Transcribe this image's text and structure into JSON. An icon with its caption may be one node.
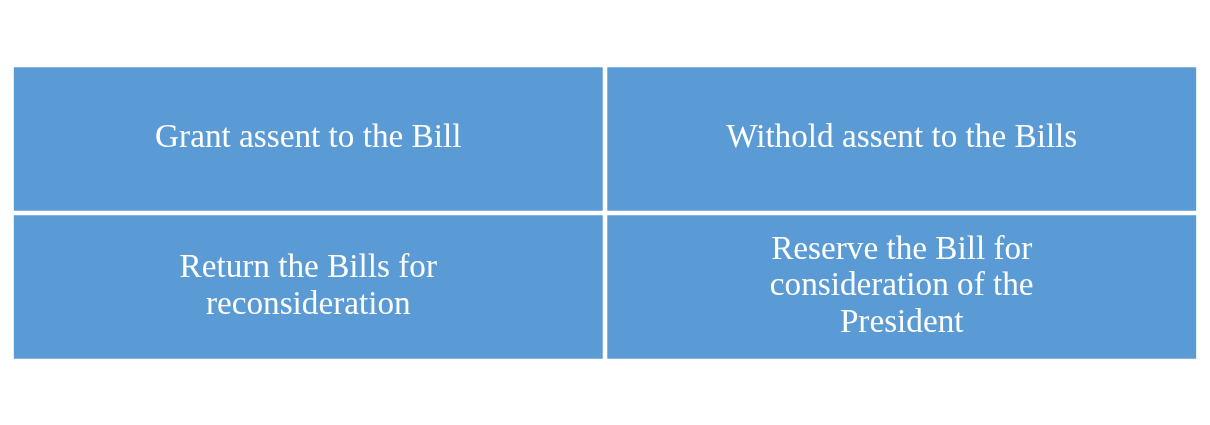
{
  "diagram": {
    "nodes": [
      {
        "text": [
          "Grant assent to the Bill"
        ]
      },
      {
        "text": [
          "Withold assent to the Bills"
        ]
      },
      {
        "text": [
          "Return the Bills for reconsideration"
        ]
      },
      {
        "text": [
          "Reserve the Bill for consideration of the President"
        ]
      }
    ]
  }
}
